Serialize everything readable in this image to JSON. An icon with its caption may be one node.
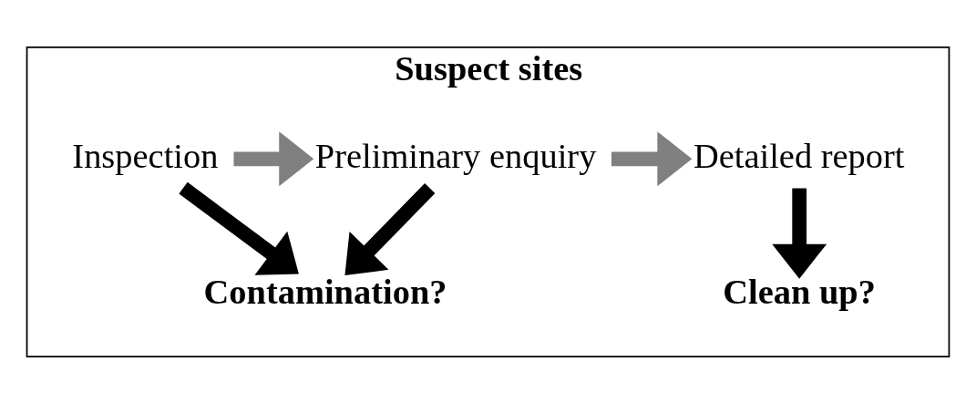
{
  "diagram": {
    "nodes": [
      {
        "text": [
          "Suspect sites"
        ]
      },
      {
        "text": [
          "Inspection"
        ],
        "in": 0
      },
      {
        "text": [
          "Preliminary enquiry"
        ],
        "in": 0
      },
      {
        "text": [
          "Detailed report"
        ],
        "in": 0
      },
      {
        "text": [
          "Contamination?"
        ],
        "in": 0
      },
      {
        "text": [
          "Clean up?"
        ],
        "in": 0
      }
    ],
    "edges": [
      {
        "from": 1,
        "to": 2,
        "arrow": "to",
        "color": "#808080"
      },
      {
        "from": 2,
        "to": 3,
        "arrow": "to",
        "color": "#808080"
      },
      {
        "from": 1,
        "to": 4,
        "arrow": "to"
      },
      {
        "from": 2,
        "to": 4,
        "arrow": "to"
      },
      {
        "from": 3,
        "to": 5,
        "arrow": "to"
      }
    ]
  }
}
